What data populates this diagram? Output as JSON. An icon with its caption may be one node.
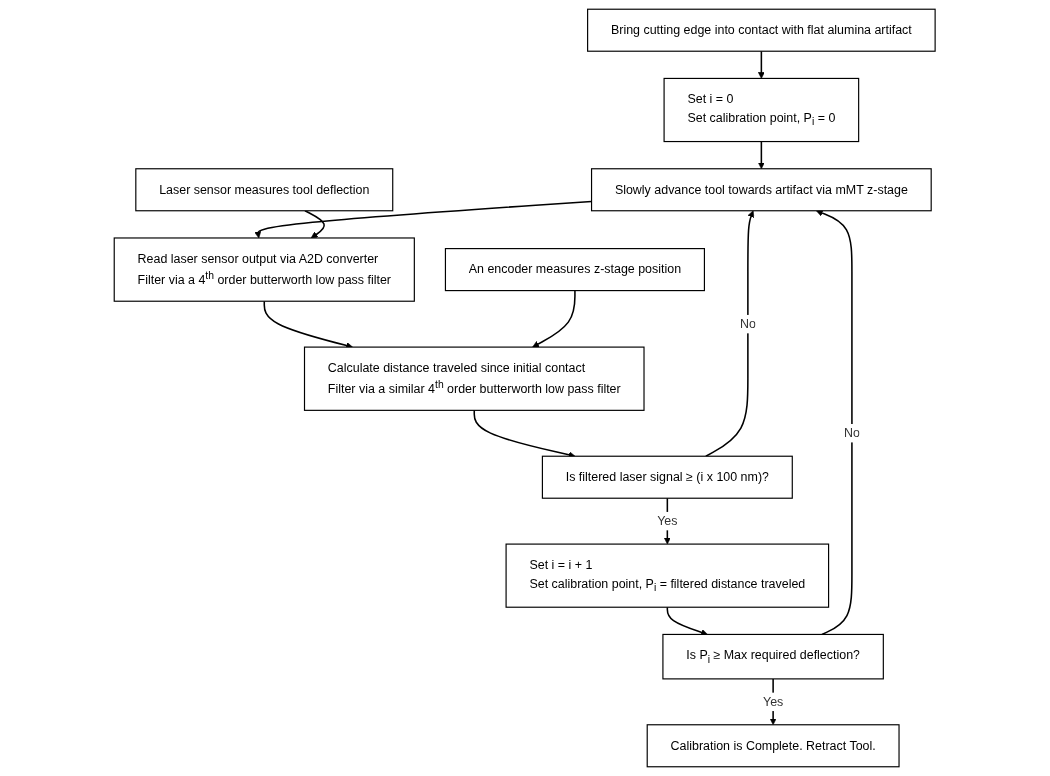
{
  "diagram": {
    "nodes": [
      {
        "text": [
          "Bring cutting edge into contact with flat alumina artifact"
        ]
      },
      {
        "text": [
          "Set i = 0",
          "Set calibration point, P$_{i}$ = 0"
        ]
      },
      {
        "text": [
          "Slowly advance tool towards artifact via mMT z-stage"
        ]
      },
      {
        "text": [
          "Laser sensor measures tool deflection"
        ]
      },
      {
        "text": [
          "Read laser sensor output via A2D converter",
          "Filter via a 4$^{th}$ order butterworth low pass filter"
        ]
      },
      {
        "text": [
          "An encoder measures z-stage position"
        ]
      },
      {
        "text": [
          "Calculate distance traveled since initial contact",
          "Filter via a similar 4$^{th}$ order butterworth low pass filter"
        ]
      },
      {
        "text": [
          "Is filtered laser signal ≥ (i x 100 nm)?"
        ]
      },
      {
        "text": [
          "Set i = i + 1",
          "Set calibration point, P$_{i}$ = filtered distance traveled"
        ]
      },
      {
        "text": [
          "Is P$_{i}$ ≥ Max required deflection?"
        ]
      },
      {
        "text": [
          "Calibration is Complete.  Retract Tool."
        ]
      }
    ],
    "edges": [
      {
        "from": 0,
        "to": 1,
        "arrow": "to"
      },
      {
        "from": 1,
        "to": 2,
        "arrow": "to"
      },
      {
        "from": 2,
        "to": 4,
        "arrow": "to"
      },
      {
        "from": 3,
        "to": 4,
        "arrow": "to"
      },
      {
        "from": 4,
        "to": 6,
        "arrow": "to"
      },
      {
        "from": 5,
        "to": 6,
        "arrow": "to"
      },
      {
        "from": 6,
        "to": 7,
        "arrow": "to"
      },
      {
        "from": 7,
        "to": 8,
        "label": "Yes",
        "arrow": "to"
      },
      {
        "from": 7,
        "to": 2,
        "label": "No",
        "arrow": "to"
      },
      {
        "from": 8,
        "to": 9,
        "arrow": "to"
      },
      {
        "from": 9,
        "to": 10,
        "label": "Yes",
        "arrow": "to"
      },
      {
        "from": 9,
        "to": 2,
        "label": "No",
        "arrow": "to"
      }
    ]
  }
}
